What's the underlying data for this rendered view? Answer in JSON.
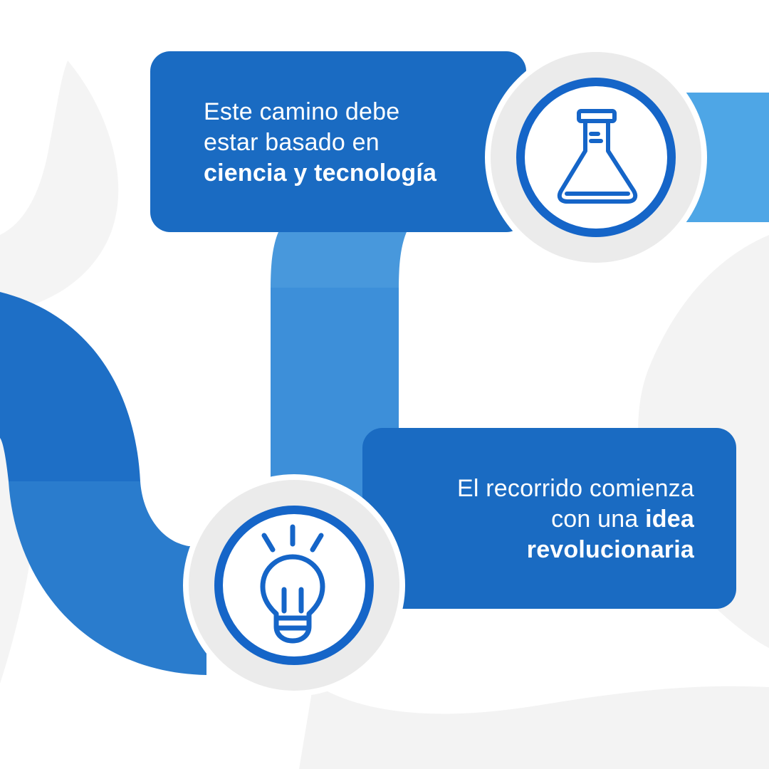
{
  "colors": {
    "card": "#1a6bc2",
    "pipe_light": "#3d8fd9",
    "pipe_dark": "#2a7ccd",
    "accent_bar": "#4ea6e6",
    "icon_blue": "#1565c8",
    "badge_ring": "#ebebeb",
    "background_shape": "#f3f3f3"
  },
  "step_top": {
    "line1": "Este camino debe",
    "line2": "estar basado en",
    "line3_bold": "ciencia y tecnología",
    "icon": "flask-icon"
  },
  "step_bottom": {
    "line1": "El recorrido comienza",
    "line2_regular": "con una ",
    "line2_bold": "idea",
    "line3_bold": "revolucionaria",
    "icon": "lightbulb-icon"
  }
}
